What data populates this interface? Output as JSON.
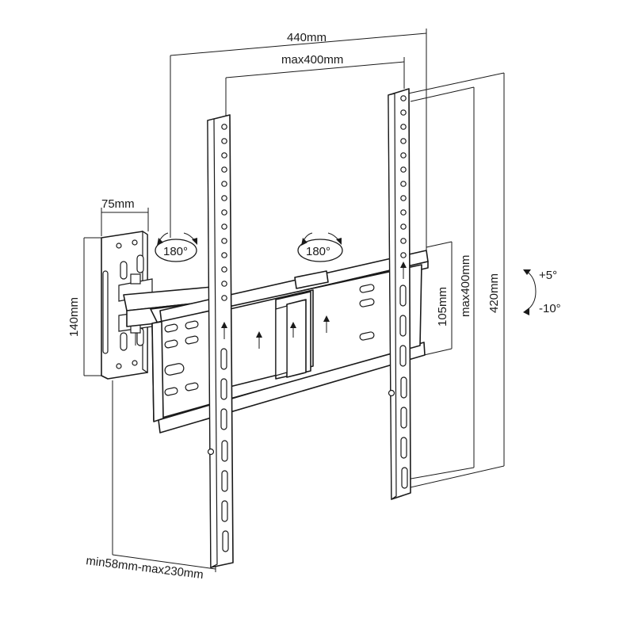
{
  "dimensions": {
    "overall_width": "440mm",
    "vesa_width": "max400mm",
    "wall_plate_width": "75mm",
    "wall_plate_height": "140mm",
    "arm_height": "105mm",
    "vesa_height": "max400mm",
    "overall_height": "420mm",
    "wall_distance": "min58mm-max230mm"
  },
  "rotation": {
    "left_swivel": "180°",
    "right_swivel": "180°"
  },
  "tilt": {
    "up": "+5°",
    "down": "-10°"
  }
}
